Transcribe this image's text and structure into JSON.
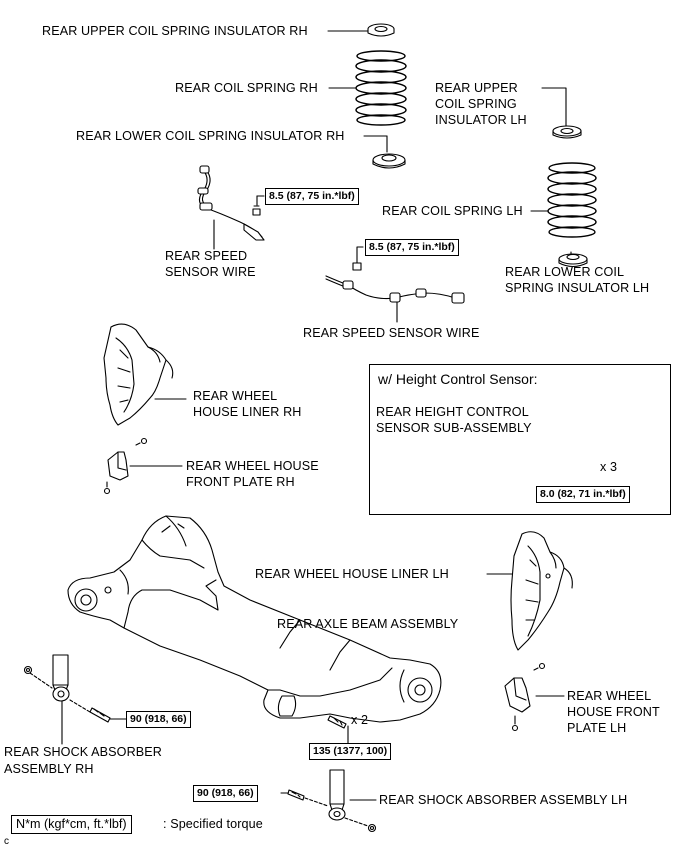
{
  "labels": {
    "upper_insulator_rh": "REAR UPPER COIL SPRING INSULATOR RH",
    "coil_spring_rh": "REAR COIL SPRING RH",
    "lower_insulator_rh": "REAR LOWER COIL SPRING INSULATOR RH",
    "upper_insulator_lh_1": "REAR UPPER",
    "upper_insulator_lh_2": "COIL SPRING",
    "upper_insulator_lh_3": "INSULATOR LH",
    "coil_spring_lh": "REAR COIL SPRING LH",
    "lower_insulator_lh_1": "REAR LOWER COIL",
    "lower_insulator_lh_2": "SPRING INSULATOR LH",
    "speed_sensor_rh_1": "REAR SPEED",
    "speed_sensor_rh_2": "SENSOR WIRE",
    "speed_sensor_lh": "REAR SPEED SENSOR WIRE",
    "wheel_liner_rh_1": "REAR WHEEL",
    "wheel_liner_rh_2": "HOUSE LINER RH",
    "front_plate_rh_1": "REAR WHEEL HOUSE",
    "front_plate_rh_2": "FRONT PLATE RH",
    "wheel_liner_lh": "REAR WHEEL HOUSE LINER LH",
    "axle_beam": "REAR AXLE BEAM ASSEMBLY",
    "front_plate_lh_1": "REAR WHEEL",
    "front_plate_lh_2": "HOUSE FRONT",
    "front_plate_lh_3": "PLATE LH",
    "shock_rh_1": "REAR SHOCK ABSORBER",
    "shock_rh_2": "ASSEMBLY RH",
    "shock_lh": "REAR SHOCK ABSORBER ASSEMBLY LH",
    "x2": "x 2",
    "x3": "x 3"
  },
  "height_panel": {
    "title": "w/ Height Control Sensor:",
    "sensor_1": "REAR HEIGHT CONTROL",
    "sensor_2": "SENSOR SUB-ASSEMBLY",
    "torque": "8.0 (82, 71 in.*lbf)"
  },
  "torques": {
    "sensor_rh": "8.5 (87, 75 in.*lbf)",
    "sensor_lh": "8.5 (87, 75 in.*lbf)",
    "shock_rh": "90 (918, 66)",
    "beam_bolt": "135 (1377, 100)",
    "shock_lh": "90 (918, 66)"
  },
  "legend": {
    "units": "N*m (kgf*cm, ft.*lbf)",
    "desc": ": Specified torque"
  },
  "corner_code": "c"
}
